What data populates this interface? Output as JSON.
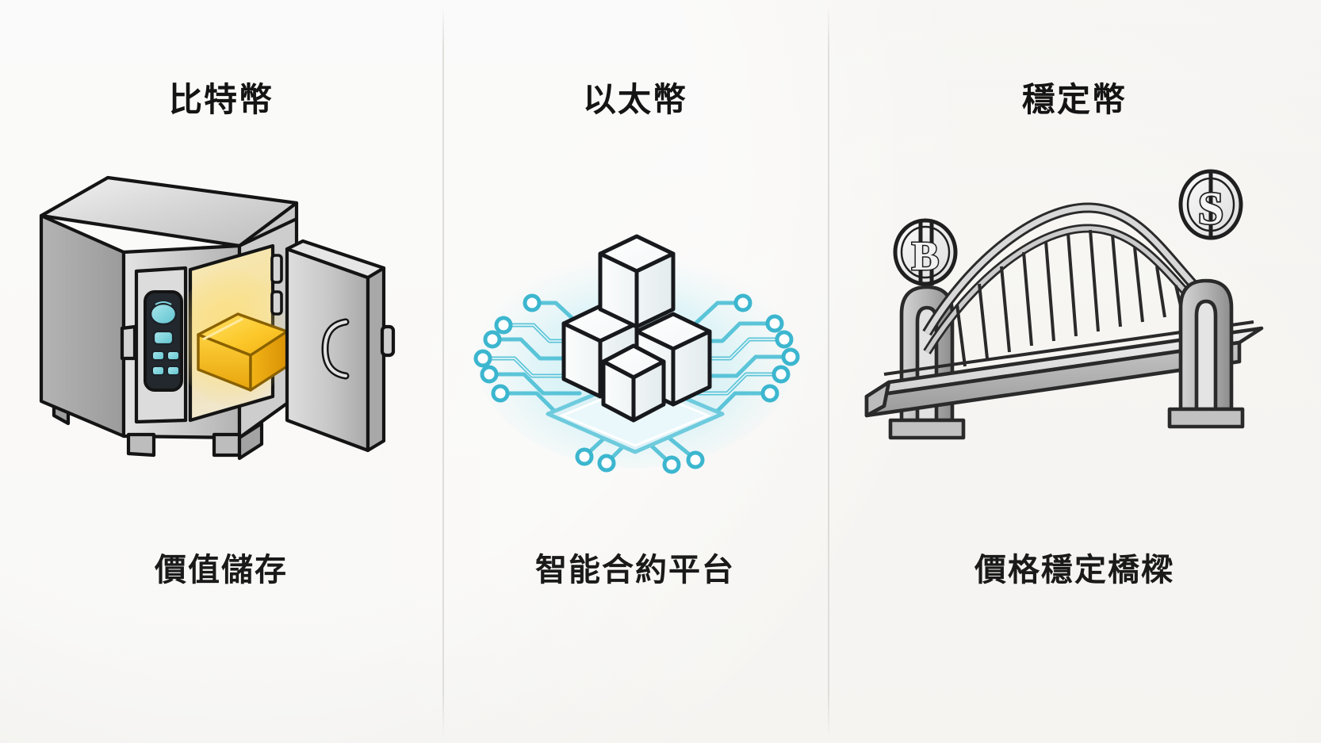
{
  "image": {
    "kind": "three-panel-illustration",
    "background_color": "#f4f3f1",
    "divider_color": "#dcdbd7"
  },
  "panels": [
    {
      "id": "bitcoin",
      "title": "比特幣",
      "caption": "價值儲存",
      "illustration": "safe-with-gold-bar-icon",
      "colors": {
        "metal_light": "#e9e9e9",
        "metal_mid": "#bdbdbd",
        "metal_dark": "#8f8f8f",
        "outline": "#141414",
        "gold_light": "#ffd84d",
        "gold_mid": "#f5b820",
        "gold_dark": "#e09c10",
        "keypad_body": "#23282e",
        "keypad_key": "#6fd0d8"
      }
    },
    {
      "id": "ethereum",
      "title": "以太幣",
      "caption": "智能合約平台",
      "illustration": "isometric-blocks-on-circuit-icon",
      "colors": {
        "cube_face": "#ffffff",
        "cube_outline": "#17191c",
        "circuit_glow": "#6fd4e8",
        "circuit_line": "#3fb6cf",
        "node_ring": "#2aa9c4"
      }
    },
    {
      "id": "stablecoin",
      "title": "穩定幣",
      "caption": "價格穩定橋樑",
      "illustration": "bridge-with-coins-icon",
      "colors": {
        "steel_light": "#ececed",
        "steel_mid": "#b9b9b9",
        "steel_dark": "#8a8a8a",
        "outline": "#2a2a2a"
      },
      "coins": [
        {
          "name": "bitcoin-coin-icon",
          "symbol": "₿",
          "position": "left"
        },
        {
          "name": "dollar-coin-icon",
          "symbol": "$",
          "position": "right"
        }
      ]
    }
  ]
}
